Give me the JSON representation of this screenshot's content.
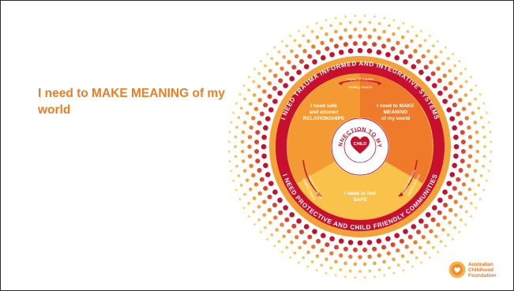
{
  "slide": {
    "heading": "I need to MAKE MEANING of my world"
  },
  "diagram": {
    "outer_ring_top": "I NEED TRAUMA INFORMED AND INTEGRATIVE SYSTEMS",
    "outer_ring_bottom": "I NEED PROTECTIVE AND CHILD FRIENDLY COMMUNITIES",
    "inner_ring": "I NEED CONNECTION TO MY CULTURE",
    "center_label": "CHILD",
    "segments": {
      "relationships": "I need safe and attuned RELATIONSHIPS",
      "meaning_line1": "I need to MAKE",
      "meaning_line2": "MEANING",
      "meaning_line3": "of my world",
      "safe_line1": "I need to feel",
      "safe_line2": "SAFE",
      "rel_line1": "I need safe",
      "rel_line2": "and attuned",
      "rel_line3": "RELATIONSHIPS"
    },
    "arrows": {
      "top_impact": "Impact of trauma",
      "top_healing": "Healing trauma",
      "left_impact": "Impact of trauma",
      "left_healing": "Healing trauma",
      "right_impact": "Impact of trauma",
      "right_healing": "Healing trauma"
    },
    "colors": {
      "dark_red": "#b5123a",
      "red": "#c8102e",
      "orange": "#ef7d22",
      "light_orange": "#f6a53b",
      "yellow": "#f9c74f",
      "pale_yellow": "#fbd36b"
    }
  },
  "logo": {
    "line1": "Australian",
    "line2": "Childhood",
    "line3": "Foundation"
  }
}
